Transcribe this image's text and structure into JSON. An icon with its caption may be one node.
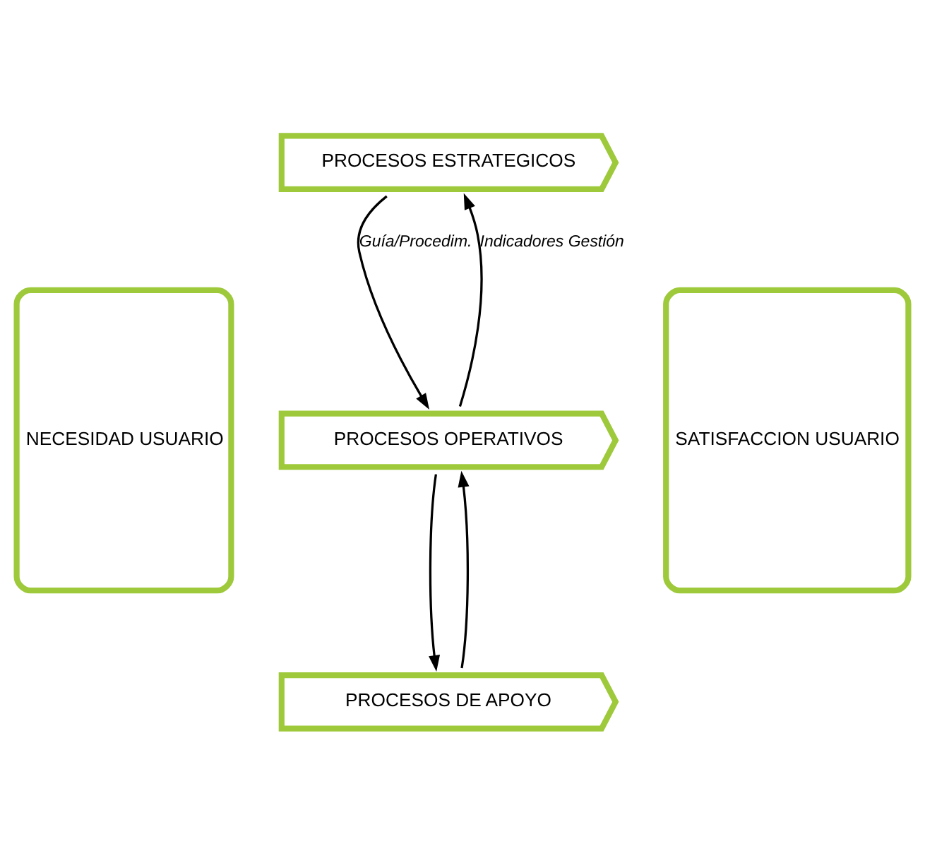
{
  "diagram": {
    "nodes": [
      {
        "text": [
          "NECESIDAD USUARIO"
        ]
      },
      {
        "text": [
          "PROCESOS ESTRATEGICOS"
        ]
      },
      {
        "text": [
          "PROCESOS OPERATIVOS"
        ]
      },
      {
        "text": [
          "PROCESOS DE APOYO"
        ]
      },
      {
        "text": [
          "SATISFACCION USUARIO"
        ]
      }
    ],
    "edges": [
      {
        "from": 1,
        "to": 2,
        "arrow": "to",
        "label": "Guía/Procedim."
      },
      {
        "from": 2,
        "to": 1,
        "arrow": "to",
        "label": "Indicadores Gestión"
      },
      {
        "from": 2,
        "to": 3,
        "arrow": "to"
      },
      {
        "from": 3,
        "to": 2,
        "arrow": "to"
      }
    ]
  }
}
